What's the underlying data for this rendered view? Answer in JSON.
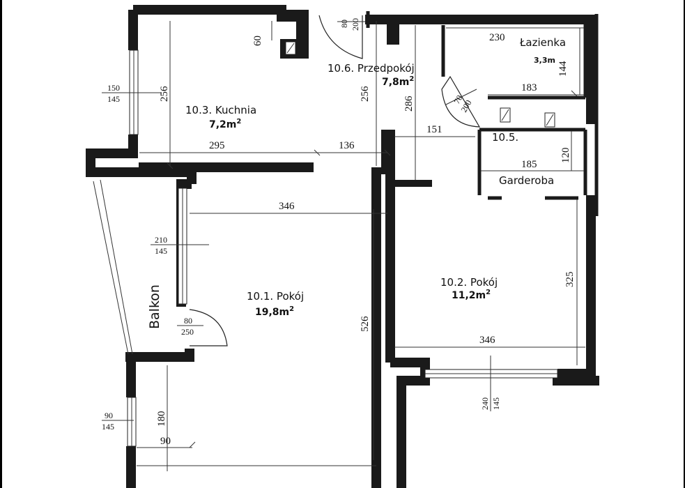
{
  "rooms": {
    "kuchnia": {
      "name": "10.3. Kuchnia",
      "area": "7,2m",
      "exp": "2"
    },
    "przedpokoj": {
      "name": "10.6. Przedpokój",
      "area": "7,8m",
      "exp": "2"
    },
    "lazienka": {
      "name": "Łazienka",
      "area": "3,3m"
    },
    "garderoba": {
      "code": "10.5.",
      "name": "Garderoba"
    },
    "pokoj1": {
      "name": "10.1. Pokój",
      "area": "19,8m",
      "exp": "2"
    },
    "pokoj2": {
      "name": "10.2. Pokój",
      "area": "11,2m",
      "exp": "2"
    },
    "balkon": {
      "name": "Balkon"
    }
  },
  "dimensions": {
    "d60": "60",
    "d256a": "256",
    "d295": "295",
    "d136": "136",
    "d256b": "256",
    "d286": "286",
    "d151": "151",
    "d230": "230",
    "d144": "144",
    "d183": "183",
    "d185": "185",
    "d120": "120",
    "d346a": "346",
    "d526": "526",
    "d325": "325",
    "d346b": "346",
    "d180": "180",
    "d90": "90"
  },
  "openings": {
    "door_entry": {
      "top": "80",
      "bottom": "200"
    },
    "door_bath": {
      "top": "70",
      "bottom": "200"
    },
    "door_balcony": {
      "top": "80",
      "bottom": "250"
    },
    "win_kitchen": {
      "top": "150",
      "bottom": "145"
    },
    "win_room1": {
      "top": "210",
      "bottom": "145"
    },
    "win_room1_low": {
      "top": "90",
      "bottom": "145"
    },
    "win_room2": {
      "top": "240",
      "bottom": "145"
    }
  }
}
